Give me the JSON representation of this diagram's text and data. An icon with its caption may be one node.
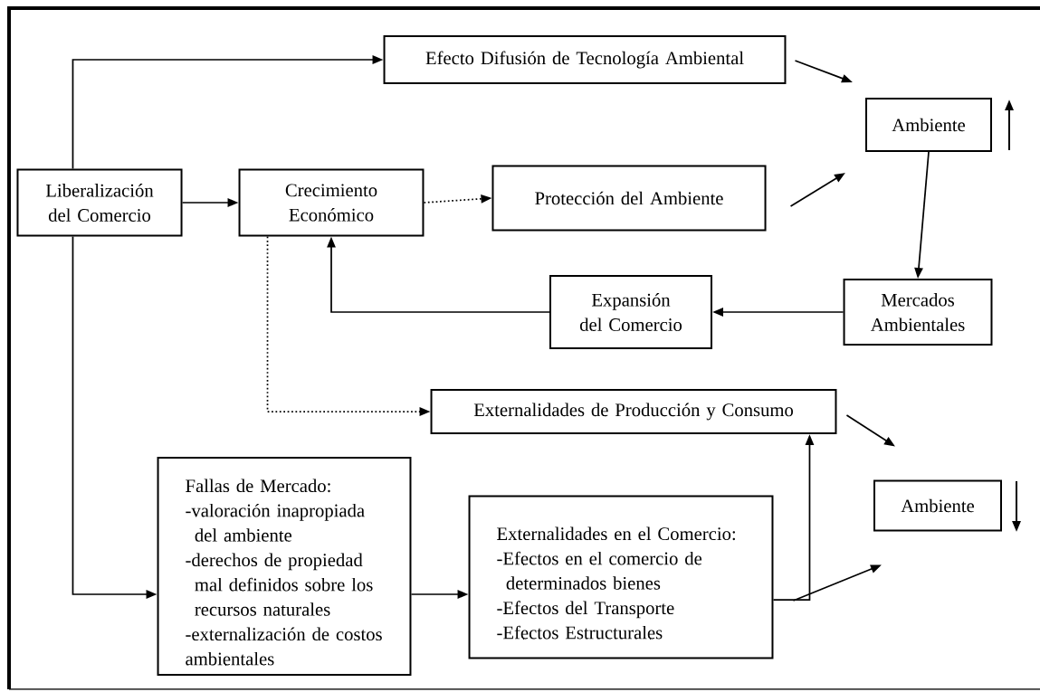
{
  "diagram": {
    "nodes": [
      {
        "text": [
          "Efecto Difusión de Tecnología Ambiental"
        ]
      },
      {
        "text": [
          "Ambiente"
        ]
      },
      {
        "text": [
          "Liberalización del Comercio"
        ]
      },
      {
        "text": [
          "Crecimiento Económico"
        ]
      },
      {
        "text": [
          "Protección del Ambiente"
        ]
      },
      {
        "text": [
          "Expansión del Comercio"
        ]
      },
      {
        "text": [
          "Mercados Ambientales"
        ]
      },
      {
        "text": [
          "Externalidades de Producción y Consumo"
        ]
      },
      {
        "text": [
          "Fallas de Mercado:",
          "-valoración inapropiada del ambiente",
          "-derechos de propiedad mal definidos sobre los recursos naturales",
          "-externalización de costos ambientales"
        ]
      },
      {
        "text": [
          "Externalidades en el Comercio:",
          "-Efectos en el comercio de determinados bienes",
          "-Efectos del Transporte",
          "-Efectos Estructurales"
        ]
      },
      {
        "text": [
          "Ambiente"
        ]
      }
    ],
    "edges": [
      {
        "from": 2,
        "to": 0,
        "arrow": "to"
      },
      {
        "from": 2,
        "to": 3,
        "arrow": "to"
      },
      {
        "from": 3,
        "to": 4,
        "arrow": "to",
        "style": "dashed"
      },
      {
        "from": 0,
        "to": 1,
        "arrow": "to"
      },
      {
        "from": 4,
        "to": 1,
        "arrow": "to"
      },
      {
        "from": 1,
        "to": 6,
        "arrow": "to"
      },
      {
        "from": 6,
        "to": 5,
        "arrow": "to"
      },
      {
        "from": 5,
        "to": 3,
        "arrow": "to"
      },
      {
        "from": 3,
        "to": 7,
        "arrow": "to",
        "style": "dashed"
      },
      {
        "from": 2,
        "to": 8,
        "arrow": "to"
      },
      {
        "from": 8,
        "to": 9,
        "arrow": "to"
      },
      {
        "from": 9,
        "to": 7,
        "arrow": "to"
      },
      {
        "from": 7,
        "to": 10,
        "arrow": "to"
      },
      {
        "from": 9,
        "to": 10,
        "arrow": "to"
      }
    ]
  }
}
